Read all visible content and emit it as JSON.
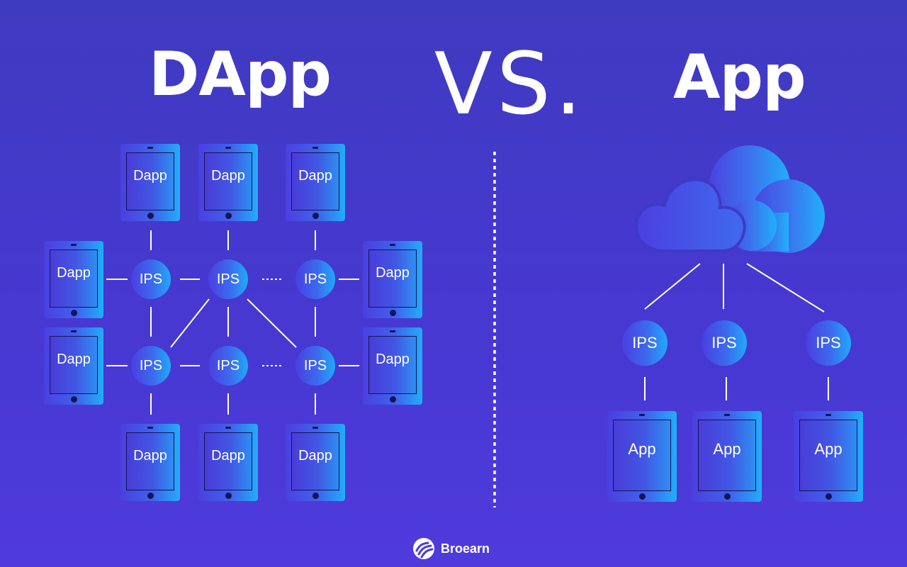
{
  "headings": {
    "left": "DApp",
    "middle": "VS.",
    "right": "App"
  },
  "dapp_diagram": {
    "device_label": "Dapp",
    "node_label": "IPS"
  },
  "app_diagram": {
    "device_label": "App",
    "node_label": "IPS"
  },
  "brand": {
    "name": "Broearn"
  },
  "colors": {
    "background": "#4339c8",
    "gradient_start": "#4b3fe0",
    "gradient_end": "#21aef9",
    "text": "#ffffff"
  }
}
